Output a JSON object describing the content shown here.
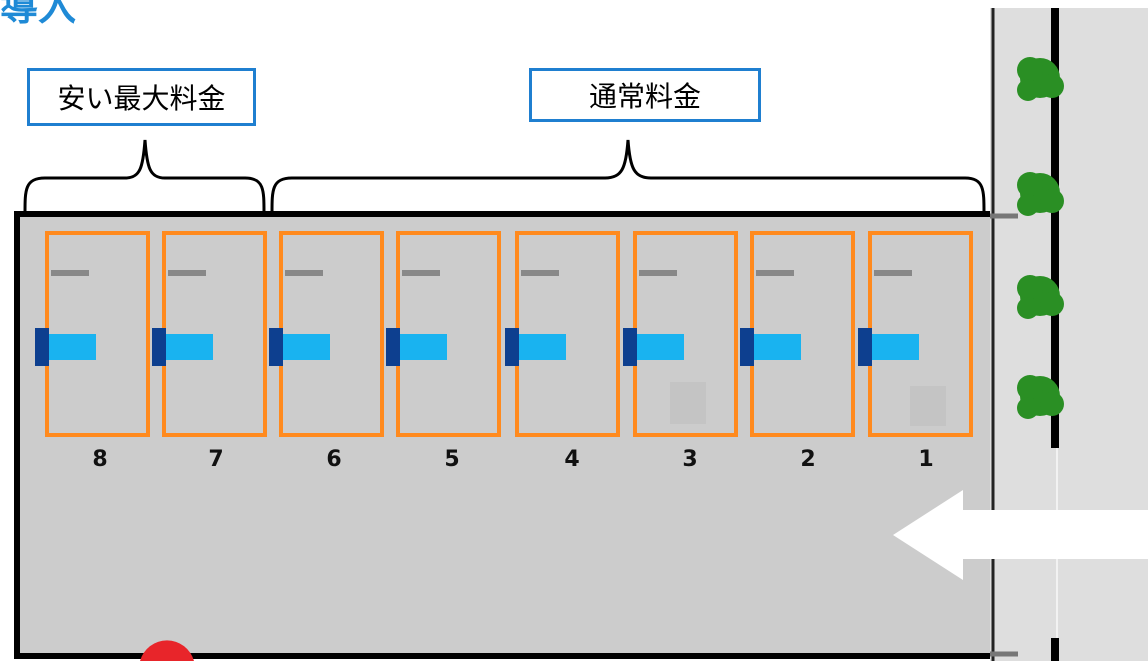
{
  "heading": "導入",
  "labels": {
    "cheap_max": "安い最大料金",
    "normal": "通常料金"
  },
  "spaces": [
    "8",
    "7",
    "6",
    "5",
    "4",
    "3",
    "2",
    "1"
  ],
  "colors": {
    "accent": "#1f8ad6",
    "label_border": "#1f7fd0",
    "space_outline": "#ff8a1e",
    "stopper_light": "#19b3f0",
    "stopper_dark": "#0d3f8f",
    "tree": "#2a8f24",
    "lot": "#cccccc",
    "road": "#dedede"
  }
}
